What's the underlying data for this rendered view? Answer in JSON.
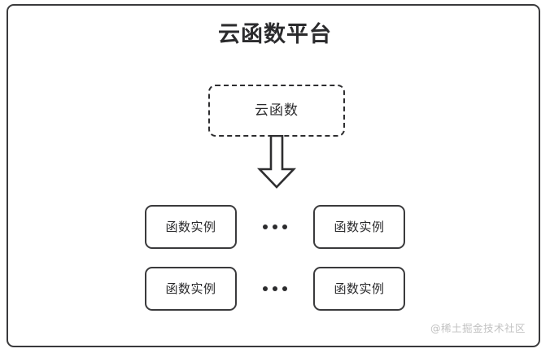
{
  "diagram": {
    "title": "云函数平台",
    "cloud_function": {
      "label": "云函数"
    },
    "arrow": {
      "icon": "down-block-arrow-icon",
      "direction": "down"
    },
    "rows": [
      {
        "left_instance": "函数实例",
        "ellipsis": "•••",
        "right_instance": "函数实例"
      },
      {
        "left_instance": "函数实例",
        "ellipsis": "•••",
        "right_instance": "函数实例"
      }
    ],
    "watermark": "@稀土掘金技术社区",
    "colors": {
      "border": "#3a3a3c",
      "text": "#2b2b2d",
      "background": "#ffffff",
      "watermark": "#c2c2c2"
    }
  }
}
